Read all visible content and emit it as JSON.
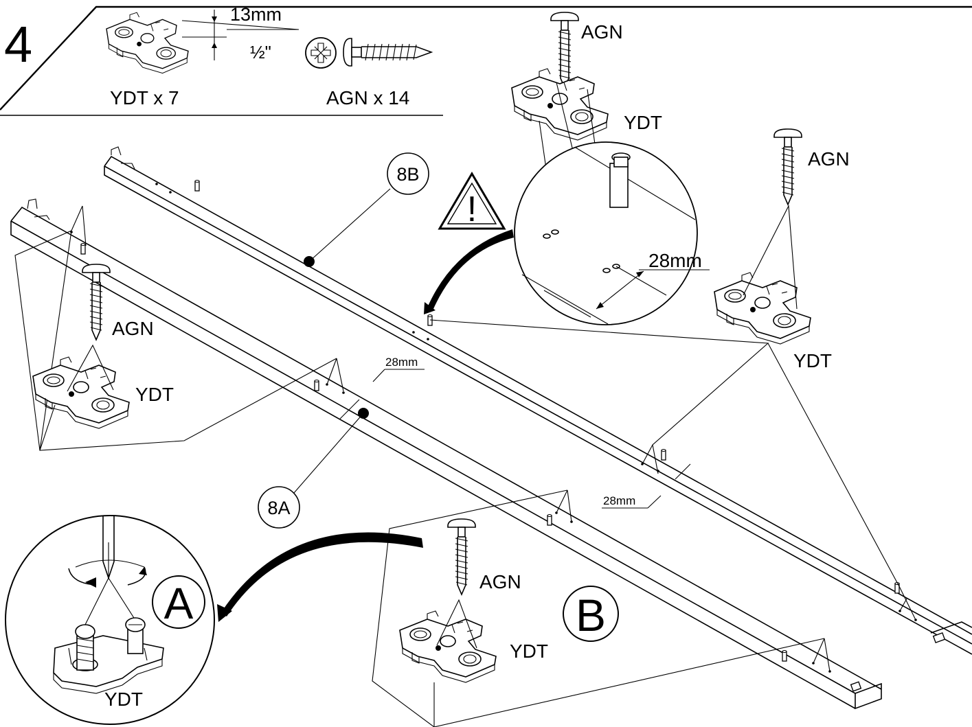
{
  "step": {
    "number": "4"
  },
  "parts": {
    "dimension_mm": "13mm",
    "dimension_inch": "½\"",
    "bracket_count": "YDT x 7",
    "screw_count": "AGN x 14"
  },
  "labels": {
    "screw": "AGN",
    "bracket": "YDT",
    "spacing": "28mm"
  },
  "panels": {
    "panel_a": "8A",
    "panel_b": "8B"
  },
  "details": {
    "detail_a": "A",
    "detail_b": "B"
  },
  "warning": {
    "symbol": "!"
  },
  "icons": {
    "warning": "warning-triangle-icon",
    "phillips": "phillips-drive-icon",
    "screwdriver": "screwdriver-icon",
    "rotation": "rotation-arrow-icon"
  },
  "colors": {
    "ink": "#000000",
    "paper": "#ffffff"
  }
}
